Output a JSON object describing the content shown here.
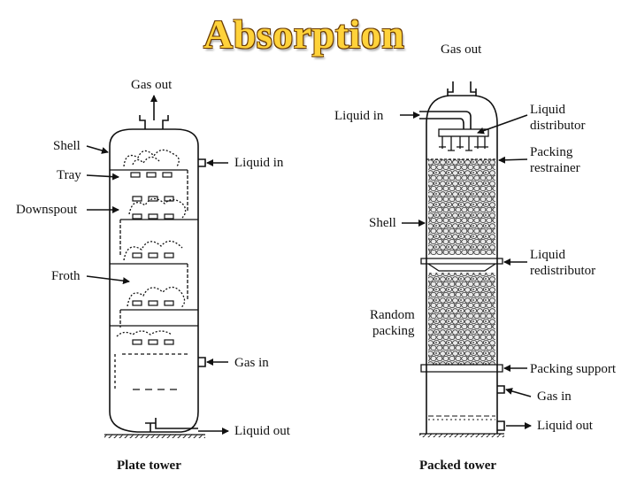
{
  "title": "Absorption",
  "plate_tower": {
    "caption": "Plate tower",
    "labels": {
      "gas_out": "Gas out",
      "shell": "Shell",
      "tray": "Tray",
      "downspout": "Downspout",
      "froth": "Froth",
      "liquid_in": "Liquid in",
      "gas_in": "Gas in",
      "liquid_out": "Liquid out"
    }
  },
  "packed_tower": {
    "caption": "Packed tower",
    "labels": {
      "gas_out": "Gas out",
      "liquid_in": "Liquid in",
      "liquid_distributor_1": "Liquid",
      "liquid_distributor_2": "distributor",
      "packing_restrainer_1": "Packing",
      "packing_restrainer_2": "restrainer",
      "shell": "Shell",
      "liquid_redistributor_1": "Liquid",
      "liquid_redistributor_2": "redistributor",
      "random_packing_1": "Random",
      "random_packing_2": "packing",
      "packing_support": "Packing support",
      "gas_in": "Gas in",
      "liquid_out": "Liquid out"
    }
  }
}
